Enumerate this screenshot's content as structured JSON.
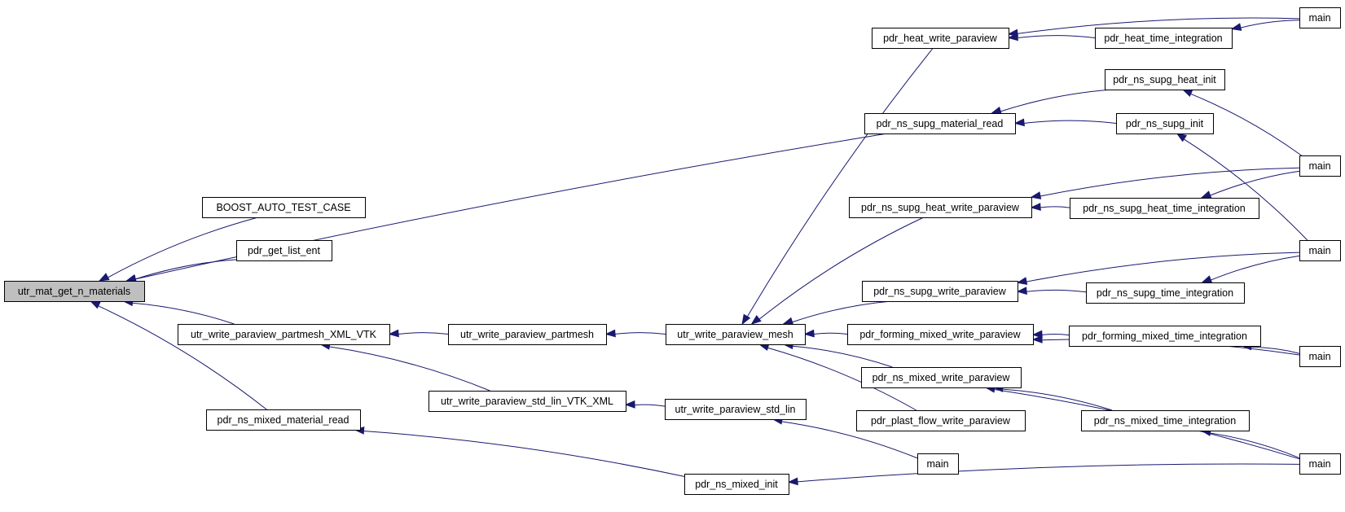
{
  "graph": {
    "kind": "caller-graph",
    "edge_color": "#191970",
    "root_fill": "#bfbfbf",
    "nodes": [
      {
        "id": "n_root",
        "label": "utr_mat_get_n_materials",
        "root": true
      },
      {
        "id": "n_boost",
        "label": "BOOST_AUTO_TEST_CASE"
      },
      {
        "id": "n_getlist",
        "label": "pdr_get_list_ent"
      },
      {
        "id": "n_wpxml",
        "label": "utr_write_paraview_partmesh_XML_VTK"
      },
      {
        "id": "n_nsmixmat",
        "label": "pdr_ns_mixed_material_read"
      },
      {
        "id": "n_wppart",
        "label": "utr_write_paraview_partmesh"
      },
      {
        "id": "n_stdvtk",
        "label": "utr_write_paraview_std_lin_VTK_XML"
      },
      {
        "id": "n_wpmesh",
        "label": "utr_write_paraview_mesh"
      },
      {
        "id": "n_stdlin",
        "label": "utr_write_paraview_std_lin"
      },
      {
        "id": "n_main_std",
        "label": "main"
      },
      {
        "id": "n_mixinit",
        "label": "pdr_ns_mixed_init"
      },
      {
        "id": "n_heatwp",
        "label": "pdr_heat_write_paraview"
      },
      {
        "id": "n_supgmat",
        "label": "pdr_ns_supg_material_read"
      },
      {
        "id": "n_supgheatwp",
        "label": "pdr_ns_supg_heat_write_paraview"
      },
      {
        "id": "n_supgwp",
        "label": "pdr_ns_supg_write_paraview"
      },
      {
        "id": "n_formwp",
        "label": "pdr_forming_mixed_write_paraview"
      },
      {
        "id": "n_mixwp",
        "label": "pdr_ns_mixed_write_paraview"
      },
      {
        "id": "n_plastwp",
        "label": "pdr_plast_flow_write_paraview"
      },
      {
        "id": "n_heatti",
        "label": "pdr_heat_time_integration"
      },
      {
        "id": "n_supgheatinit",
        "label": "pdr_ns_supg_heat_init"
      },
      {
        "id": "n_supginit",
        "label": "pdr_ns_supg_init"
      },
      {
        "id": "n_supgheatti",
        "label": "pdr_ns_supg_heat_time_integration"
      },
      {
        "id": "n_supgti",
        "label": "pdr_ns_supg_time_integration"
      },
      {
        "id": "n_formti",
        "label": "pdr_forming_mixed_time_integration"
      },
      {
        "id": "n_mixti",
        "label": "pdr_ns_mixed_time_integration"
      },
      {
        "id": "n_main1",
        "label": "main"
      },
      {
        "id": "n_main2",
        "label": "main"
      },
      {
        "id": "n_main3",
        "label": "main"
      },
      {
        "id": "n_main4",
        "label": "main"
      },
      {
        "id": "n_main5",
        "label": "main"
      }
    ],
    "edges": [
      {
        "from": "n_boost",
        "to": "n_root"
      },
      {
        "from": "n_getlist",
        "to": "n_root"
      },
      {
        "from": "n_wpxml",
        "to": "n_root"
      },
      {
        "from": "n_nsmixmat",
        "to": "n_root"
      },
      {
        "from": "n_supgmat",
        "to": "n_root"
      },
      {
        "from": "n_wppart",
        "to": "n_wpxml"
      },
      {
        "from": "n_stdvtk",
        "to": "n_wpxml"
      },
      {
        "from": "n_wpmesh",
        "to": "n_wppart"
      },
      {
        "from": "n_stdlin",
        "to": "n_stdvtk"
      },
      {
        "from": "n_main_std",
        "to": "n_stdlin"
      },
      {
        "from": "n_mixinit",
        "to": "n_nsmixmat"
      },
      {
        "from": "n_main5",
        "to": "n_mixinit"
      },
      {
        "from": "n_heatwp",
        "to": "n_wpmesh"
      },
      {
        "from": "n_supgheatwp",
        "to": "n_wpmesh"
      },
      {
        "from": "n_supgwp",
        "to": "n_wpmesh"
      },
      {
        "from": "n_formwp",
        "to": "n_wpmesh"
      },
      {
        "from": "n_mixwp",
        "to": "n_wpmesh"
      },
      {
        "from": "n_plastwp",
        "to": "n_wpmesh"
      },
      {
        "from": "n_main1",
        "to": "n_heatwp"
      },
      {
        "from": "n_heatti",
        "to": "n_heatwp"
      },
      {
        "from": "n_main1",
        "to": "n_heatti"
      },
      {
        "from": "n_supgheatinit",
        "to": "n_supgmat"
      },
      {
        "from": "n_supginit",
        "to": "n_supgmat"
      },
      {
        "from": "n_main2",
        "to": "n_supgheatinit"
      },
      {
        "from": "n_main3",
        "to": "n_supginit"
      },
      {
        "from": "n_main2",
        "to": "n_supgheatwp"
      },
      {
        "from": "n_supgheatti",
        "to": "n_supgheatwp"
      },
      {
        "from": "n_main2",
        "to": "n_supgheatti"
      },
      {
        "from": "n_main3",
        "to": "n_supgwp"
      },
      {
        "from": "n_supgti",
        "to": "n_supgwp"
      },
      {
        "from": "n_main3",
        "to": "n_supgti"
      },
      {
        "from": "n_formti",
        "to": "n_formwp"
      },
      {
        "from": "n_main4",
        "to": "n_formwp"
      },
      {
        "from": "n_main4",
        "to": "n_formti"
      },
      {
        "from": "n_mixti",
        "to": "n_mixwp"
      },
      {
        "from": "n_main5",
        "to": "n_mixwp"
      },
      {
        "from": "n_main5",
        "to": "n_mixti"
      }
    ]
  }
}
